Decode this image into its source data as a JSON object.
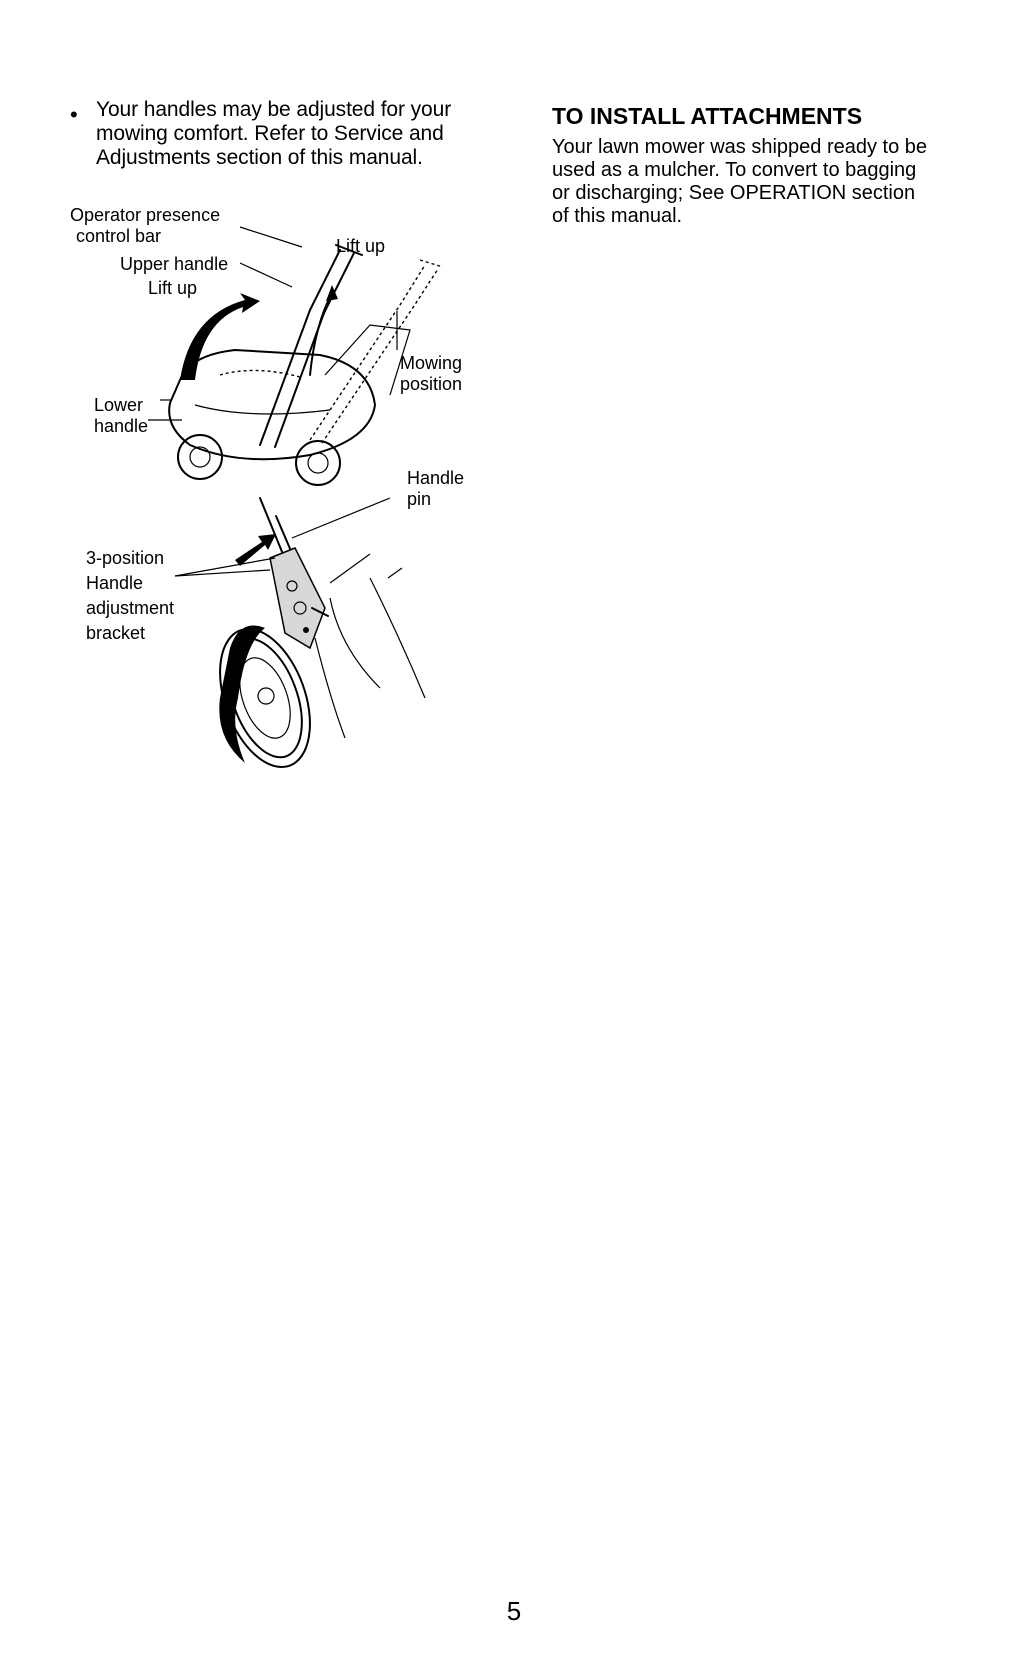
{
  "adjust_note": {
    "bullet": "•",
    "text_lines": [
      "Your handles may be adjusted for your",
      "mowing comfort.  Refer to Service and",
      "Adjustments section of this manual."
    ]
  },
  "attachments": {
    "heading": "TO INSTALL ATTACHMENTS",
    "body_lines": [
      "Your lawn mower was shipped ready to be",
      "used as a mulcher.  To convert to bagging",
      "or discharging; See OPERATION section",
      "of this manual."
    ]
  },
  "figure_handle_positions": {
    "operator_presence_line1": "Operator presence",
    "operator_presence_line2": "control bar",
    "upper_handle": "Upper handle",
    "lift_up_left": "Lift up",
    "lift_up_right": "Lift up",
    "lower_handle_line1": "Lower",
    "lower_handle_line2": "handle",
    "mowing_line1": "Mowing",
    "mowing_line2": "position"
  },
  "figure_bracket": {
    "handle_pin_line1": "Handle",
    "handle_pin_line2": "pin",
    "bracket_line1": "3-position",
    "bracket_line2": "Handle",
    "bracket_line3": "adjustment",
    "bracket_line4": "bracket"
  },
  "page_number": "5"
}
